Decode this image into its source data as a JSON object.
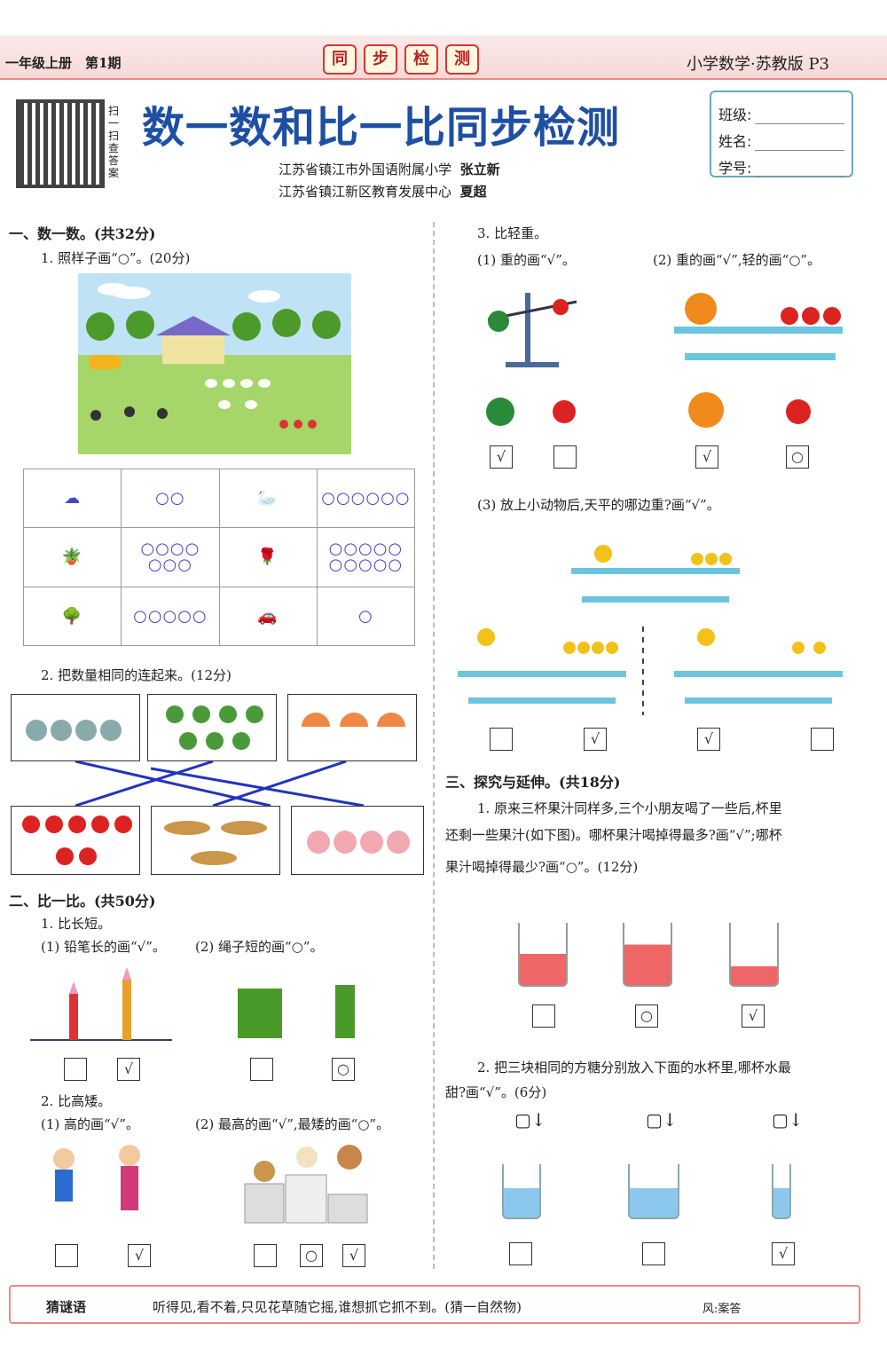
{
  "header": {
    "grade": "一年级上册　第1期",
    "tags": [
      "同",
      "步",
      "检",
      "测"
    ],
    "subject": "小学数学·苏教版 P3",
    "qr_text": "扫一扫查答案",
    "title": "数一数和比一比同步检测",
    "authors": [
      {
        "school": "江苏省镇江市外国语附属小学",
        "name": "张立新"
      },
      {
        "school": "江苏省镇江新区教育发展中心",
        "name": "夏超"
      }
    ],
    "fields": [
      "班级:",
      "姓名:",
      "学号:"
    ]
  },
  "section1": {
    "title": "一、数一数。(共32分)",
    "q1": "1. 照样子画“○”。(20分)",
    "table": [
      [
        "",
        "○○",
        "",
        "○○○○○○"
      ],
      [
        "",
        "○○○○\n○○○",
        "",
        "○○○○○\n○○○○○"
      ],
      [
        "",
        "○○○○○",
        "",
        "○"
      ]
    ],
    "q2": "2. 把数量相同的连起来。(12分)"
  },
  "section2": {
    "title": "二、比一比。(共50分)",
    "q1": "1. 比长短。",
    "q1a": "(1) 铅笔长的画“√”。",
    "q1b": "(2) 绳子短的画“○”。",
    "q1_marks": [
      "",
      "√",
      "",
      "○"
    ],
    "q2": "2. 比高矮。",
    "q2a": "(1) 高的画“√”。",
    "q2b": "(2) 最高的画“√”,最矮的画“○”。",
    "q2_marks": [
      "",
      "√",
      "",
      "○",
      "√"
    ]
  },
  "section_right": {
    "q3": "3. 比轻重。",
    "q3a": "(1) 重的画“√”。",
    "q3b": "(2) 重的画“√”,轻的画“○”。",
    "q3_marks": [
      "√",
      "",
      "√",
      "○"
    ],
    "q3c": "(3) 放上小动物后,天平的哪边重?画“√”。",
    "q3c_marks": [
      "",
      "√",
      "√",
      ""
    ]
  },
  "section3": {
    "title": "三、探究与延伸。(共18分)",
    "q1_lines": [
      "1. 原来三杯果汁同样多,三个小朋友喝了一些后,杯里",
      "还剩一些果汁(如下图)。哪杯果汁喝掉得最多?画“√”;哪杯",
      "果汁喝掉得最少?画“○”。(12分)"
    ],
    "q1_marks": [
      "",
      "○",
      "√"
    ],
    "q2_lines": [
      "2. 把三块相同的方糖分别放入下面的水杯里,哪杯水最",
      "甜?画“√”。(6分)"
    ],
    "q2_marks": [
      "",
      "",
      "√"
    ]
  },
  "riddle": {
    "label": "猜谜语",
    "text": "听得见,看不着,只见花草随它摇,谁想抓它抓不到。(猜一自然物)",
    "answer": "风:案答"
  },
  "colors": {
    "title": "#1e4fa3",
    "accent": "#d33",
    "line": "#2233bb"
  }
}
